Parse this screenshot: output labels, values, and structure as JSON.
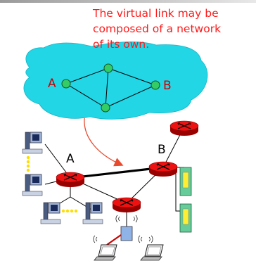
{
  "caption": {
    "line1": "The virtual link may be",
    "line2": "composed of a network",
    "line3": "of its own."
  },
  "virtual_network": {
    "node_a_label": "A",
    "node_b_label": "B",
    "cloud_color": "#22d6e6",
    "node_color": "#33cc66"
  },
  "physical_network": {
    "router_a_label": "A",
    "router_b_label": "B",
    "router_color": "#dd0000"
  },
  "colors": {
    "caption": "#ff1a1a",
    "arrow": "#e84a2e",
    "highlight_link": "#000000"
  }
}
